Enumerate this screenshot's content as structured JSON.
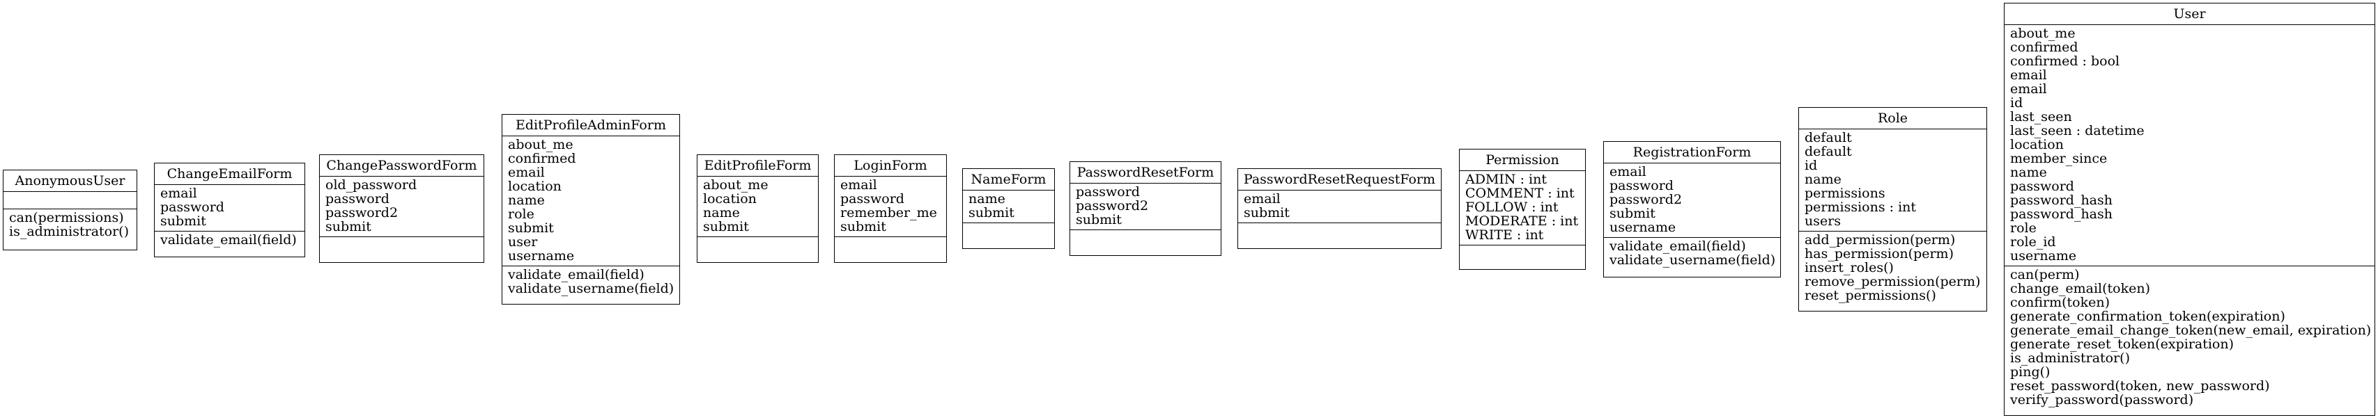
{
  "classes": [
    {
      "id": "anonymous-user",
      "name": "AnonymousUser",
      "attributes": [],
      "methods": [
        "can(permissions)",
        "is_administrator()"
      ]
    },
    {
      "id": "change-email-form",
      "name": "ChangeEmailForm",
      "attributes": [
        "email",
        "password",
        "submit"
      ],
      "methods": [
        "validate_email(field)"
      ]
    },
    {
      "id": "change-password-form",
      "name": "ChangePasswordForm",
      "attributes": [
        "old_password",
        "password",
        "password2",
        "submit"
      ],
      "methods": []
    },
    {
      "id": "edit-profile-admin-form",
      "name": "EditProfileAdminForm",
      "attributes": [
        "about_me",
        "confirmed",
        "email",
        "location",
        "name",
        "role",
        "submit",
        "user",
        "username"
      ],
      "methods": [
        "validate_email(field)",
        "validate_username(field)"
      ]
    },
    {
      "id": "edit-profile-form",
      "name": "EditProfileForm",
      "attributes": [
        "about_me",
        "location",
        "name",
        "submit"
      ],
      "methods": []
    },
    {
      "id": "login-form",
      "name": "LoginForm",
      "attributes": [
        "email",
        "password",
        "remember_me",
        "submit"
      ],
      "methods": []
    },
    {
      "id": "name-form",
      "name": "NameForm",
      "attributes": [
        "name",
        "submit"
      ],
      "methods": []
    },
    {
      "id": "password-reset-form",
      "name": "PasswordResetForm",
      "attributes": [
        "password",
        "password2",
        "submit"
      ],
      "methods": []
    },
    {
      "id": "password-reset-request-form",
      "name": "PasswordResetRequestForm",
      "attributes": [
        "email",
        "submit"
      ],
      "methods": []
    },
    {
      "id": "permission",
      "name": "Permission",
      "attributes": [
        "ADMIN : int",
        "COMMENT : int",
        "FOLLOW : int",
        "MODERATE : int",
        "WRITE : int"
      ],
      "methods": []
    },
    {
      "id": "registration-form",
      "name": "RegistrationForm",
      "attributes": [
        "email",
        "password",
        "password2",
        "submit",
        "username"
      ],
      "methods": [
        "validate_email(field)",
        "validate_username(field)"
      ]
    },
    {
      "id": "role",
      "name": "Role",
      "attributes": [
        "default",
        "default",
        "id",
        "name",
        "permissions",
        "permissions : int",
        "users"
      ],
      "methods": [
        "add_permission(perm)",
        "has_permission(perm)",
        "insert_roles()",
        "remove_permission(perm)",
        "reset_permissions()"
      ]
    },
    {
      "id": "user",
      "name": "User",
      "attributes": [
        "about_me",
        "confirmed",
        "confirmed : bool",
        "email",
        "email",
        "id",
        "last_seen",
        "last_seen : datetime",
        "location",
        "member_since",
        "name",
        "password",
        "password_hash",
        "password_hash",
        "role",
        "role_id",
        "username"
      ],
      "methods": [
        "can(perm)",
        "change_email(token)",
        "confirm(token)",
        "generate_confirmation_token(expiration)",
        "generate_email_change_token(new_email, expiration)",
        "generate_reset_token(expiration)",
        "is_administrator()",
        "ping()",
        "reset_password(token, new_password)",
        "verify_password(password)"
      ]
    }
  ]
}
